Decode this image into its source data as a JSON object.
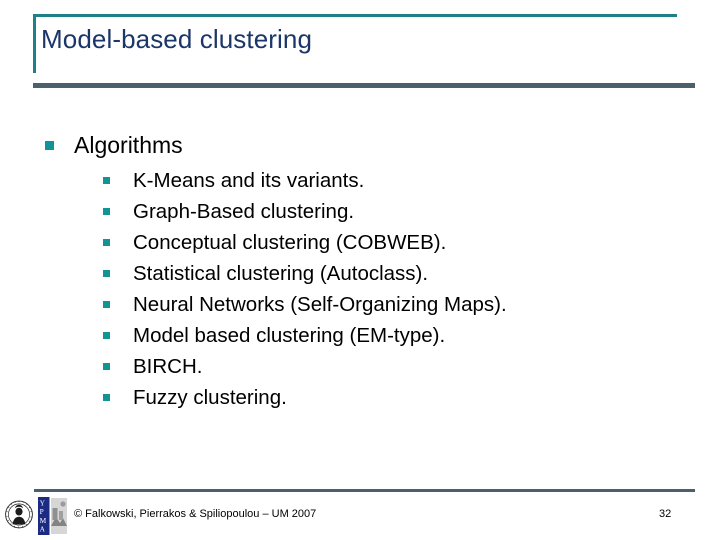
{
  "slide": {
    "title": "Model-based clustering",
    "accent_teal": "#1f8187",
    "bullet_teal": "#129394",
    "rule_slate": "#4b5f6d",
    "title_navy": "#1b3668",
    "background": "#ffffff"
  },
  "content": {
    "heading": "Algorithms",
    "items": [
      "K-Means and its variants.",
      "Graph-Based clustering.",
      "Conceptual clustering (COBWEB).",
      "Statistical clustering (Autoclass).",
      "Neural Networks (Self-Organizing Maps).",
      "Model based clustering (EM-type).",
      "BIRCH.",
      "Fuzzy clustering."
    ]
  },
  "footer": {
    "copyright": "© Falkowski, Pierrakos & Spiliopoulou – UM 2007",
    "page_number": "32",
    "logo_left_name": "university-seal-logo",
    "logo_right_name": "institute-logo",
    "logo_right_letters": "UMA"
  }
}
